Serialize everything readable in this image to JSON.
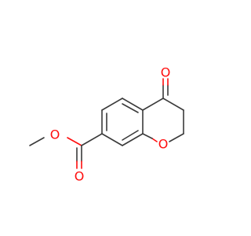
{
  "molecule": {
    "atom_labels": {
      "ketone_oxygen": "O",
      "ester_carbonyl_oxygen": "O",
      "ester_ether_oxygen": "O",
      "ring_oxygen": "O"
    },
    "colors": {
      "bond": "#3a3a3a",
      "oxygen": "#ff0d0d",
      "background": "#ffffff"
    }
  }
}
